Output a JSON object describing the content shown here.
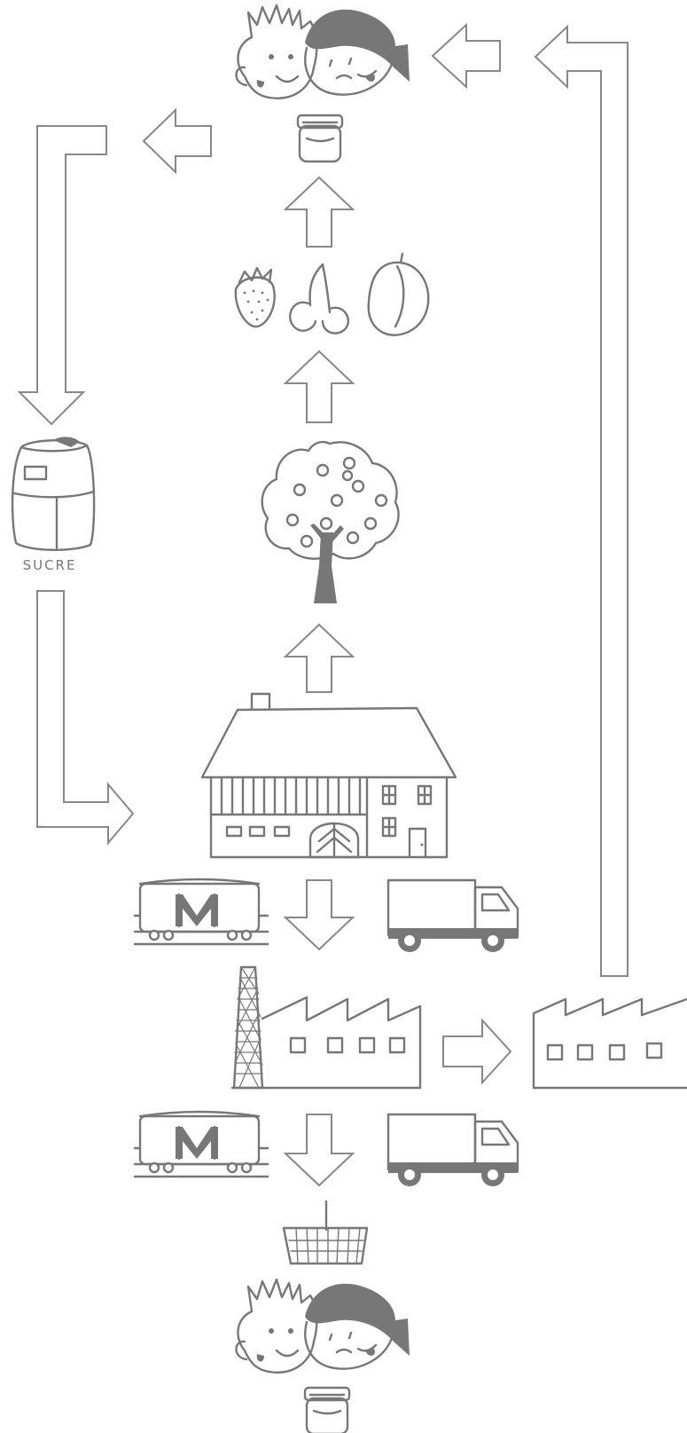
{
  "diagram": {
    "type": "jam-production-cycle",
    "colors": {
      "stroke": "#777777",
      "arrow_stroke": "#888888",
      "fill_dark": "#777777",
      "background": "#ffffff"
    },
    "labels": {
      "sugar_bag": "SUCRE"
    },
    "nodes": [
      {
        "id": "children-top",
        "icon": "children-eating-icon"
      },
      {
        "id": "jam-jar-top",
        "icon": "jam-jar-icon"
      },
      {
        "id": "fruits",
        "icon": "fruit-icons"
      },
      {
        "id": "fruit-tree",
        "icon": "tree-icon"
      },
      {
        "id": "sugar-bag",
        "icon": "sugar-bag-icon"
      },
      {
        "id": "farm",
        "icon": "farmhouse-icon"
      },
      {
        "id": "transport-1",
        "icon": "train-and-truck-icons"
      },
      {
        "id": "factory",
        "icon": "factory-icon"
      },
      {
        "id": "factory-2",
        "icon": "factory-icon"
      },
      {
        "id": "transport-2",
        "icon": "train-and-truck-icons"
      },
      {
        "id": "shopping-basket",
        "icon": "basket-icon"
      },
      {
        "id": "children-bottom",
        "icon": "children-eating-icon"
      },
      {
        "id": "jam-jar-bottom",
        "icon": "jam-jar-icon"
      }
    ]
  }
}
